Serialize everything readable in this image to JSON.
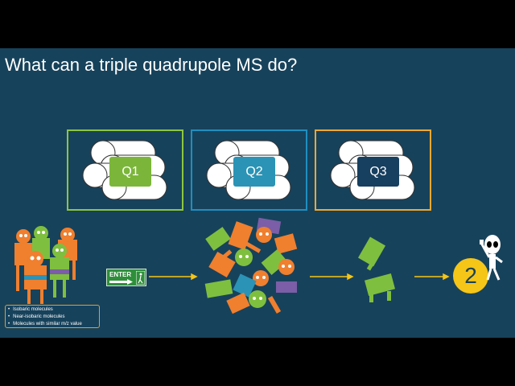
{
  "slide": {
    "title": "What can a triple quadrupole MS do?",
    "quadrupoles": [
      {
        "label": "Q1",
        "border_color": "#8dc63f",
        "label_bg": "#7bb63a"
      },
      {
        "label": "Q2",
        "border_color": "#1f8fc0",
        "label_bg": "#2b93b5"
      },
      {
        "label": "Q3",
        "border_color": "#f0a830",
        "label_bg": "#173f5f"
      }
    ],
    "legend": {
      "items": [
        "Isobaric molecules",
        "Near-isobaric molecules",
        "Molecules with similar m/z value"
      ],
      "border_color": "#e0a030"
    },
    "enter_sign": {
      "text": "ENTER"
    },
    "result_badge": {
      "value": "2",
      "color": "#f5c518"
    },
    "colors": {
      "background": "#17425b",
      "arrow": "#f5c518",
      "robot_orange": "#f07f2e",
      "robot_green": "#7fbf3f",
      "robot_purple": "#7b5ea7"
    }
  }
}
